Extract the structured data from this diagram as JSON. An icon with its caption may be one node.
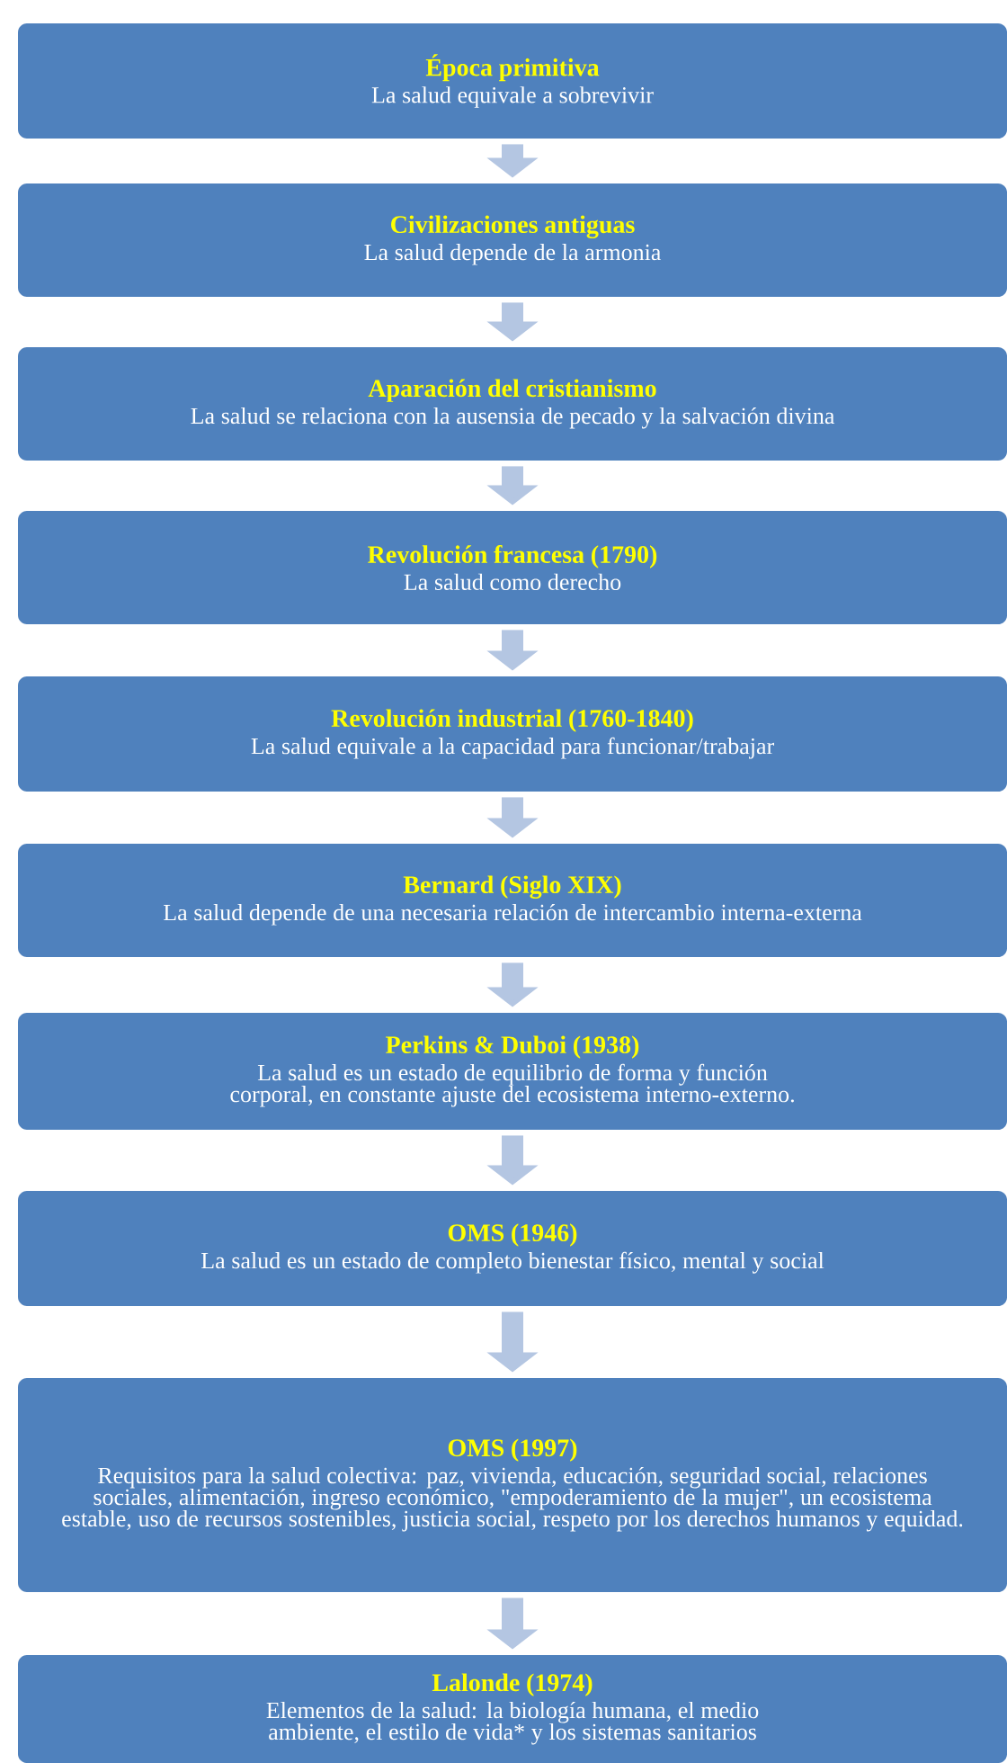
{
  "diagram": {
    "nodes": [
      {
        "text": [
          "Época primitiva",
          "La salud equivale a sobrevivir"
        ]
      },
      {
        "text": [
          "Civilizaciones antiguas",
          "La salud depende de la armonia"
        ]
      },
      {
        "text": [
          "Aparación del cristianismo",
          "La salud se relaciona con la ausensia de pecado y la salvación divina"
        ]
      },
      {
        "text": [
          "Revolución francesa (1790)",
          "La salud como derecho"
        ]
      },
      {
        "text": [
          "Revolución industrial (1760-1840)",
          "La salud equivale a la capacidad para funcionar/trabajar"
        ]
      },
      {
        "text": [
          "Bernard (Siglo XIX)",
          "La salud depende de una necesaria relación de intercambio interna-externa"
        ]
      },
      {
        "text": [
          "Perkins & Duboi (1938)",
          "La salud es un estado de equilibrio de forma y función corporal, en constante ajuste del ecosistema interno-externo."
        ]
      },
      {
        "text": [
          "OMS (1946)",
          "La salud es un estado de completo bienestar físico, mental y social"
        ]
      },
      {
        "text": [
          "OMS (1997)",
          "Requisitos para la salud colectiva: paz, vivienda, educación, seguridad social, relaciones sociales, alimentación, ingreso económico, \"empoderamiento de la mujer\", un ecosistema estable, uso de recursos sostenibles, justicia social, respeto por los derechos humanos y equidad."
        ]
      },
      {
        "text": [
          "Lalonde (1974)",
          "Elementos de la salud: la biología humana, el medio ambiente, el estilo de vida* y los sistemas sanitarios"
        ]
      }
    ],
    "edges": [
      {
        "from": 0,
        "to": 1,
        "arrow": "to"
      },
      {
        "from": 1,
        "to": 2,
        "arrow": "to"
      },
      {
        "from": 2,
        "to": 3,
        "arrow": "to"
      },
      {
        "from": 3,
        "to": 4,
        "arrow": "to"
      },
      {
        "from": 4,
        "to": 5,
        "arrow": "to"
      },
      {
        "from": 5,
        "to": 6,
        "arrow": "to"
      },
      {
        "from": 6,
        "to": 7,
        "arrow": "to"
      },
      {
        "from": 7,
        "to": 8,
        "arrow": "to"
      },
      {
        "from": 8,
        "to": 9,
        "arrow": "to"
      }
    ]
  }
}
